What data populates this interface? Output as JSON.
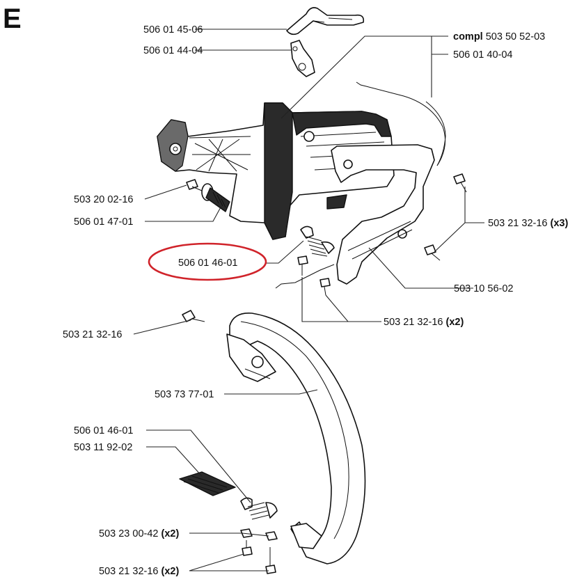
{
  "section": "E",
  "colors": {
    "highlight": "#d0232a",
    "ink": "#111111"
  },
  "labels": {
    "p_506_01_45_06": "506 01 45-06",
    "p_506_01_44_04": "506 01 44-04",
    "compl_prefix": "compl",
    "compl_number": "503 50 52-03",
    "p_506_01_40_04": "506 01 40-04",
    "p_503_20_02_16": "503 20 02-16",
    "p_506_01_47_01": "506 01 47-01",
    "p_503_21_32_16_x3": "503 21 32-16",
    "qty_x3": "(x3)",
    "p_506_01_46_01_top": "506 01 46-01",
    "p_503_10_56_02": "503 10 56-02",
    "p_503_21_32_16_x2": "503 21 32-16",
    "qty_x2_a": "(x2)",
    "p_503_21_32_16_single": "503 21 32-16",
    "p_503_73_77_01": "503 73 77-01",
    "p_506_01_46_01_bottom": "506 01 46-01",
    "p_503_11_92_02": "503 11 92-02",
    "p_503_23_00_42": "503 23 00-42",
    "qty_x2_b": "(x2)",
    "p_503_21_32_16_bottom": "503 21 32-16",
    "qty_x2_c": "(x2)"
  }
}
